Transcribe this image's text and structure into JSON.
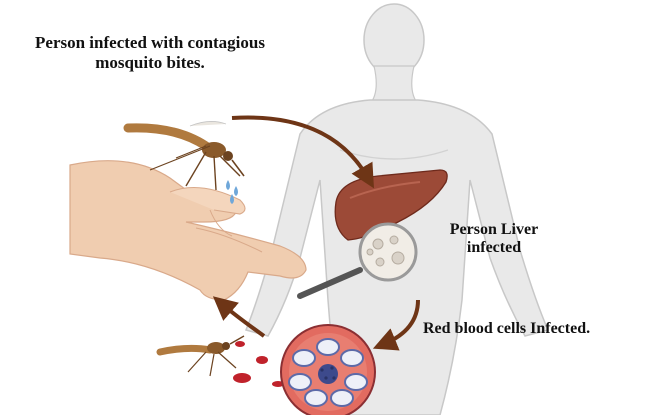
{
  "labels": {
    "bite_line1": "Person infected with contagious",
    "bite_line2": "mosquito bites.",
    "liver_line1": "Person Liver",
    "liver_line2": "infected",
    "rbc": "Red blood cells Infected."
  },
  "colors": {
    "body_skin": "#e9e9e9",
    "body_outline": "#c8c8c8",
    "hand_skin": "#f0cdb0",
    "liver": "#9c4a37",
    "arrow": "#6e3516",
    "blood": "#c0222b",
    "cell_fill": "#e26b60",
    "cell_ring": "#8b2f33",
    "parasite": "#5d6aa8",
    "mosquito": "#8a5a2b",
    "water_drop": "#6fa7d9"
  },
  "icons": {
    "mosquito_top": "mosquito-icon",
    "mosquito_bottom": "mosquito-icon",
    "liver": "liver-icon",
    "magnifier": "magnifier-icon",
    "blood_cell": "blood-cell-icon"
  }
}
